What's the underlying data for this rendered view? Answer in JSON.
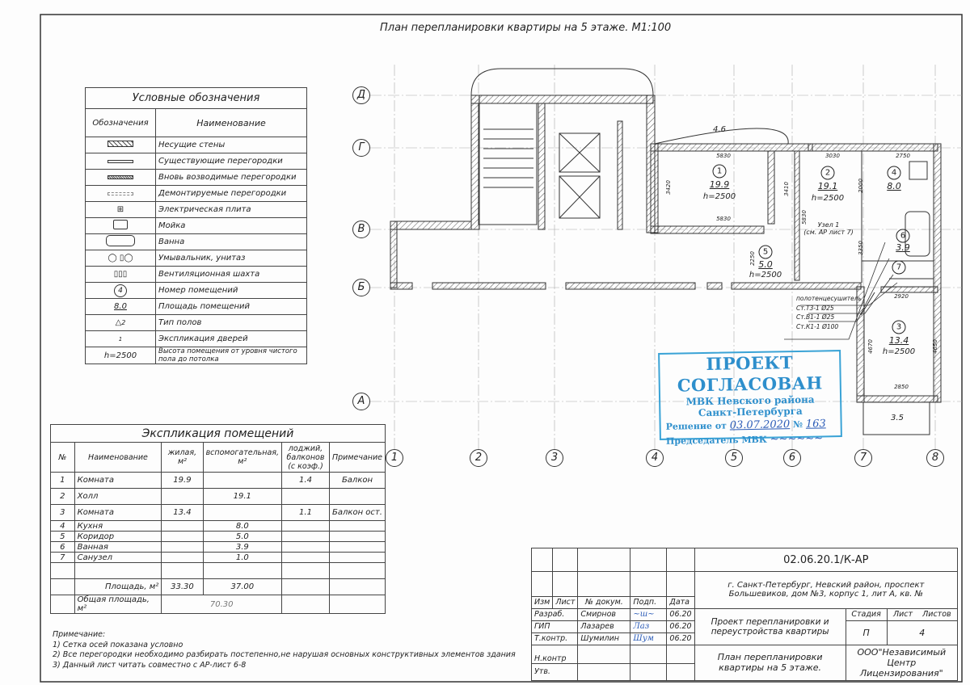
{
  "title": "План перепланировки квартиры на 5 этаже. М1:100",
  "legend": {
    "title": "Условные обозначения",
    "col_symbol": "Обозначения",
    "col_name": "Наименование",
    "items": [
      {
        "icon": "load-bearing-wall-icon",
        "label": "Несущие стены"
      },
      {
        "icon": "existing-partition-icon",
        "label": "Существующие перегородки"
      },
      {
        "icon": "new-partition-icon",
        "label": "Вновь возводимые перегородки"
      },
      {
        "icon": "demolished-partition-icon",
        "label": "Демонтируемые перегородки"
      },
      {
        "icon": "electric-stove-icon",
        "label": "Электрическая плита"
      },
      {
        "icon": "sink-icon",
        "label": "Мойка"
      },
      {
        "icon": "bathtub-icon",
        "label": "Ванна"
      },
      {
        "icon": "washbasin-toilet-icon",
        "label": "Умывальник, унитаз"
      },
      {
        "icon": "ventilation-shaft-icon",
        "label": "Вентиляционная шахта"
      },
      {
        "symbol": "4",
        "label": "Номер помещений"
      },
      {
        "symbol": "8.0",
        "label": "Площадь помещений"
      },
      {
        "symbol": "2",
        "label": "Тип полов"
      },
      {
        "symbol": "1",
        "label": "Экспликация дверей"
      },
      {
        "symbol": "h=2500",
        "label": "Высота помещения от уровня чистого пола до потолка"
      }
    ]
  },
  "explication": {
    "title": "Экспликация помещений",
    "headers": [
      "№",
      "Наименование",
      "жилая, м²",
      "вспомогательная, м²",
      "лоджий, балконов (с коэф.)",
      "Примечание"
    ],
    "rows": [
      [
        "1",
        "Комната",
        "19.9",
        "",
        "1.4",
        "Балкон"
      ],
      [
        "2",
        "Холл",
        "",
        "19.1",
        "",
        ""
      ],
      [
        "3",
        "Комната",
        "13.4",
        "",
        "1.1",
        "Балкон ост."
      ],
      [
        "4",
        "Кухня",
        "",
        "8.0",
        "",
        ""
      ],
      [
        "5",
        "Коридор",
        "",
        "5.0",
        "",
        ""
      ],
      [
        "6",
        "Ванная",
        "",
        "3.9",
        "",
        ""
      ],
      [
        "7",
        "Санузел",
        "",
        "1.0",
        "",
        ""
      ]
    ],
    "area_label": "Площадь, м²",
    "area_living": "33.30",
    "area_aux": "37.00",
    "total_label": "Общая площадь, м²",
    "total": "70.30"
  },
  "notes": {
    "title": "Примечание:",
    "items": [
      "1) Сетка осей показана условно",
      "2) Все перегородки необходимо разбирать постепенно,не нарушая основных конструктивных элементов здания",
      "3) Данный лист читать совместно с АР-лист 6-8"
    ]
  },
  "axes": {
    "letters": [
      "Д",
      "Г",
      "В",
      "Б",
      "А"
    ],
    "numbers": [
      "1",
      "2",
      "3",
      "4",
      "5",
      "6",
      "7",
      "8"
    ]
  },
  "plan": {
    "rooms": [
      {
        "num": "1",
        "area": "19.9",
        "height": "h=2500"
      },
      {
        "num": "2",
        "area": "19.1",
        "height": "h=2500"
      },
      {
        "num": "3",
        "area": "13.4",
        "height": "h=2500"
      },
      {
        "num": "4",
        "area": "8.0"
      },
      {
        "num": "5",
        "area": "5.0",
        "height": "h=2500"
      },
      {
        "num": "6",
        "area": "3.9"
      },
      {
        "num": "7"
      }
    ],
    "dims": {
      "balcony_top": "4.6",
      "balcony_bottom": "3.5",
      "d5830a": "5830",
      "d5830b": "5830",
      "d5830v": "5830",
      "d3030": "3030",
      "d2750": "2750",
      "d3420": "3420",
      "d3410": "3410",
      "d2000": "2000",
      "d3350": "3350",
      "d2250": "2250",
      "d2920": "2920",
      "d2850": "2850",
      "d4670": "4670",
      "d4650": "4650"
    },
    "node_label": "Узел 1",
    "node_ref": "(см. АР лист 7)",
    "risers": [
      "полотенцесушитель",
      "Ст.Т3-1 Ø25",
      "Ст.В1-1 Ø25",
      "Ст.К1-1 Ø100"
    ]
  },
  "stamp": {
    "line1": "ПРОЕКТ СОГЛАСОВАН",
    "line2": "МВК Невского района",
    "line3": "Санкт-Петербурга",
    "decision_label": "Решение от",
    "decision_date": "03.07.2020",
    "number_label": "№",
    "number": "163",
    "chair_label": "Председатель МВК"
  },
  "title_block": {
    "code": "02.06.20.1/К-АР",
    "address": "г. Санкт-Петербург, Невский район, проспект Большевиков, дом №3, корпус 1, лит А, кв. №",
    "headers": [
      "Изм",
      "Лист",
      "№ докум.",
      "Подп.",
      "Дата"
    ],
    "people": [
      {
        "role": "Разраб.",
        "name": "Смирнов",
        "date": "06.20"
      },
      {
        "role": "ГИП",
        "name": "Лазарев",
        "date": "06.20"
      },
      {
        "role": "Т.контр.",
        "name": "Шумилин",
        "date": "06.20"
      },
      {
        "role": "Н.контр",
        "name": "",
        "date": ""
      },
      {
        "role": "Утв.",
        "name": "",
        "date": ""
      }
    ],
    "project": "Проект перепланировки и переустройства квартиры",
    "stage_label": "Стадия",
    "sheet_label": "Лист",
    "sheets_label": "Листов",
    "stage": "П",
    "sheet": "4",
    "sheets": "",
    "sheet_title": "План перепланировки квартиры на 5 этаже.",
    "company": "ООО\"Независимый Центр Лицензирования\""
  }
}
